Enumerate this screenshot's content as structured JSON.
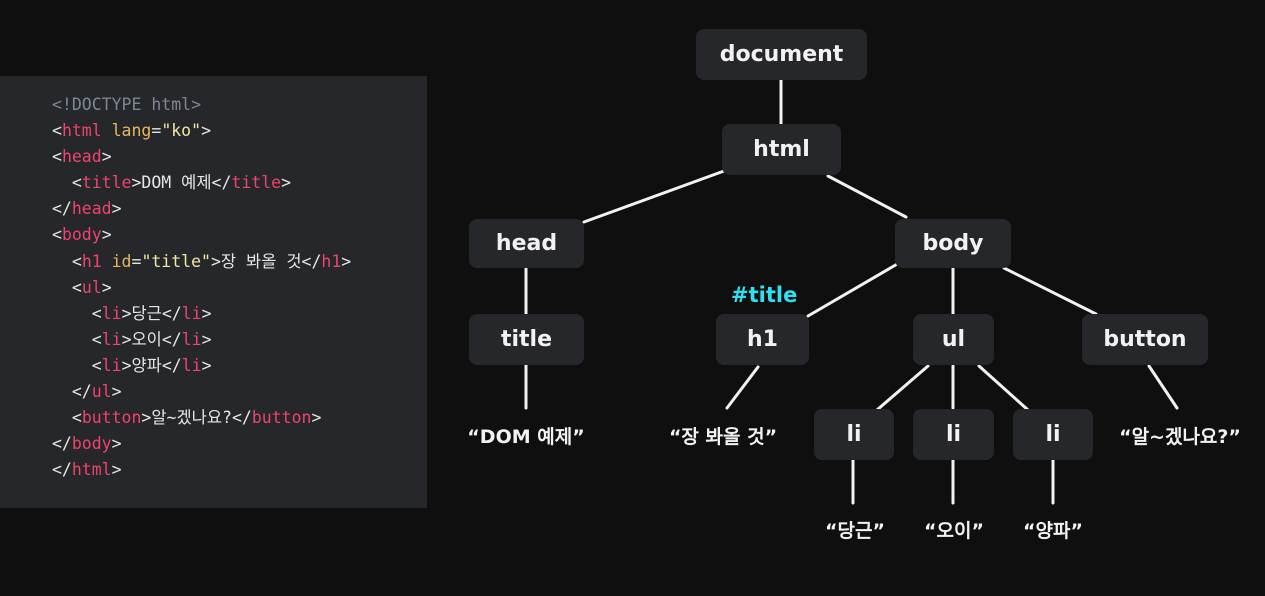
{
  "colors": {
    "background": "#0f0f0f",
    "panel": "#25272b",
    "tag": "#f0436d",
    "attr": "#e8b55b",
    "string": "#f3e7a5",
    "doctype": "#7d8793",
    "id_label": "#2fe0f2"
  },
  "code": {
    "lines": [
      [
        {
          "t": "doctype",
          "v": "<!DOCTYPE html>"
        }
      ],
      [
        {
          "t": "punct",
          "v": "<"
        },
        {
          "t": "tag",
          "v": "html"
        },
        {
          "t": "text",
          "v": " "
        },
        {
          "t": "attr",
          "v": "lang"
        },
        {
          "t": "punct",
          "v": "="
        },
        {
          "t": "str",
          "v": "\"ko\""
        },
        {
          "t": "punct",
          "v": ">"
        }
      ],
      [
        {
          "t": "punct",
          "v": "<"
        },
        {
          "t": "tag",
          "v": "head"
        },
        {
          "t": "punct",
          "v": ">"
        }
      ],
      [
        {
          "t": "text",
          "v": "  "
        },
        {
          "t": "punct",
          "v": "<"
        },
        {
          "t": "tag",
          "v": "title"
        },
        {
          "t": "punct",
          "v": ">"
        },
        {
          "t": "text",
          "v": "DOM 예제"
        },
        {
          "t": "punct",
          "v": "</"
        },
        {
          "t": "tag",
          "v": "title"
        },
        {
          "t": "punct",
          "v": ">"
        }
      ],
      [
        {
          "t": "punct",
          "v": "</"
        },
        {
          "t": "tag",
          "v": "head"
        },
        {
          "t": "punct",
          "v": ">"
        }
      ],
      [
        {
          "t": "punct",
          "v": "<"
        },
        {
          "t": "tag",
          "v": "body"
        },
        {
          "t": "punct",
          "v": ">"
        }
      ],
      [
        {
          "t": "text",
          "v": "  "
        },
        {
          "t": "punct",
          "v": "<"
        },
        {
          "t": "tag",
          "v": "h1"
        },
        {
          "t": "text",
          "v": " "
        },
        {
          "t": "attr",
          "v": "id"
        },
        {
          "t": "punct",
          "v": "="
        },
        {
          "t": "str",
          "v": "\"title\""
        },
        {
          "t": "punct",
          "v": ">"
        },
        {
          "t": "text",
          "v": "장 봐올 것"
        },
        {
          "t": "punct",
          "v": "</"
        },
        {
          "t": "tag",
          "v": "h1"
        },
        {
          "t": "punct",
          "v": ">"
        }
      ],
      [
        {
          "t": "text",
          "v": "  "
        },
        {
          "t": "punct",
          "v": "<"
        },
        {
          "t": "tag",
          "v": "ul"
        },
        {
          "t": "punct",
          "v": ">"
        }
      ],
      [
        {
          "t": "text",
          "v": "    "
        },
        {
          "t": "punct",
          "v": "<"
        },
        {
          "t": "tag",
          "v": "li"
        },
        {
          "t": "punct",
          "v": ">"
        },
        {
          "t": "text",
          "v": "당근"
        },
        {
          "t": "punct",
          "v": "</"
        },
        {
          "t": "tag",
          "v": "li"
        },
        {
          "t": "punct",
          "v": ">"
        }
      ],
      [
        {
          "t": "text",
          "v": "    "
        },
        {
          "t": "punct",
          "v": "<"
        },
        {
          "t": "tag",
          "v": "li"
        },
        {
          "t": "punct",
          "v": ">"
        },
        {
          "t": "text",
          "v": "오이"
        },
        {
          "t": "punct",
          "v": "</"
        },
        {
          "t": "tag",
          "v": "li"
        },
        {
          "t": "punct",
          "v": ">"
        }
      ],
      [
        {
          "t": "text",
          "v": "    "
        },
        {
          "t": "punct",
          "v": "<"
        },
        {
          "t": "tag",
          "v": "li"
        },
        {
          "t": "punct",
          "v": ">"
        },
        {
          "t": "text",
          "v": "양파"
        },
        {
          "t": "punct",
          "v": "</"
        },
        {
          "t": "tag",
          "v": "li"
        },
        {
          "t": "punct",
          "v": ">"
        }
      ],
      [
        {
          "t": "text",
          "v": "  "
        },
        {
          "t": "punct",
          "v": "</"
        },
        {
          "t": "tag",
          "v": "ul"
        },
        {
          "t": "punct",
          "v": ">"
        }
      ],
      [
        {
          "t": "text",
          "v": "  "
        },
        {
          "t": "punct",
          "v": "<"
        },
        {
          "t": "tag",
          "v": "button"
        },
        {
          "t": "punct",
          "v": ">"
        },
        {
          "t": "text",
          "v": "알~겠나요?"
        },
        {
          "t": "punct",
          "v": "</"
        },
        {
          "t": "tag",
          "v": "button"
        },
        {
          "t": "punct",
          "v": ">"
        }
      ],
      [
        {
          "t": "punct",
          "v": "</"
        },
        {
          "t": "tag",
          "v": "body"
        },
        {
          "t": "punct",
          "v": ">"
        }
      ],
      [
        {
          "t": "punct",
          "v": "</"
        },
        {
          "t": "tag",
          "v": "html"
        },
        {
          "t": "punct",
          "v": ">"
        }
      ]
    ]
  },
  "tree": {
    "nodes": {
      "document": "document",
      "html": "html",
      "head": "head",
      "body": "body",
      "title": "title",
      "h1": "h1",
      "ul": "ul",
      "button": "button",
      "li1": "li",
      "li2": "li",
      "li3": "li"
    },
    "id_label": "#title",
    "texts": {
      "title_text": "“DOM 예제”",
      "h1_text": "“장 봐올 것”",
      "button_text": "“알~겠나요?”",
      "li1_text": "“당근”",
      "li2_text": "“오이”",
      "li3_text": "“양파”"
    }
  }
}
